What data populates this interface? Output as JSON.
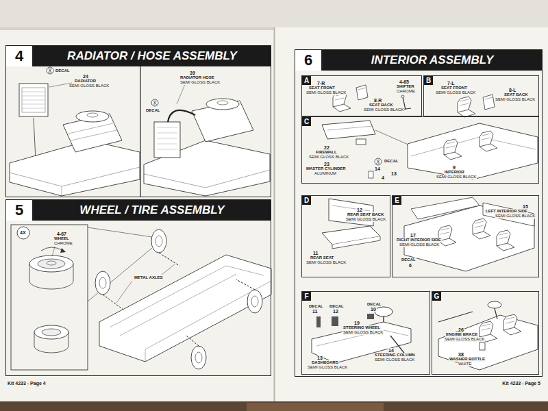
{
  "diagram": {
    "nodes": [
      {
        "text": [
          "4",
          "RADIATOR / HOSE ASSEMBLY"
        ]
      },
      {
        "text": [
          "5",
          "WHEEL / TIRE ASSEMBLY"
        ]
      },
      {
        "text": [
          "6",
          "INTERIOR ASSEMBLY"
        ]
      },
      {
        "text": [
          "A"
        ],
        "in": 2
      },
      {
        "text": [
          "B"
        ],
        "in": 2
      },
      {
        "text": [
          "C"
        ],
        "in": 2
      },
      {
        "text": [
          "D"
        ],
        "in": 2
      },
      {
        "text": [
          "E"
        ],
        "in": 2
      },
      {
        "text": [
          "F"
        ],
        "in": 2
      },
      {
        "text": [
          "G"
        ],
        "in": 2
      }
    ],
    "labels": [
      "DECAL",
      "24",
      "RADIATOR",
      "SEMI GLOSS BLACK",
      "DECAL",
      "39",
      "RADIATOR HOSE",
      "SEMI GLOSS BLACK",
      "4X",
      "4-67",
      "WHEEL",
      "CHROME",
      "METAL AXLES",
      "7-R",
      "SEAT FRONT",
      "SEMI GLOSS BLACK",
      "8-R",
      "SEAT BACK",
      "SEMI GLOSS BLACK",
      "4-65",
      "SHIFTER",
      "CHROME",
      "7-L",
      "SEAT FRONT",
      "SEMI GLOSS BLACK",
      "8-L",
      "SEAT BACK",
      "SEMI GLOSS BLACK",
      "22",
      "FIREWALL",
      "SEMI GLOSS BLACK",
      "23",
      "MASTER CYLINDER",
      "ALUMINUM",
      "DECAL",
      "14",
      "4",
      "13",
      "9",
      "INTERIOR",
      "SEMI GLOSS BLACK",
      "12",
      "REAR SEAT BACK",
      "SEMI GLOSS BLACK",
      "11",
      "REAR SEAT",
      "SEMI GLOSS BLACK",
      "15",
      "LEFT INTERIOR SIDE",
      "SEMI GLOSS BLACK",
      "17",
      "RIGHT INTERIOR SIDE",
      "SEMI GLOSS BLACK",
      "DECAL",
      "6",
      "DECAL",
      "11",
      "DECAL",
      "12",
      "DECAL",
      "10",
      "19",
      "STEERING WHEEL",
      "SEMI GLOSS BLACK",
      "13",
      "DASHBOARD",
      "SEMI GLOSS BLACK",
      "14",
      "STEERING COLUMN",
      "SEMI GLOSS BLACK",
      "26",
      "ENGINE BRACE",
      "SEMI GLOSS BLACK",
      "38",
      "WASHER BOTTLE",
      "WHITE",
      "Kit 4233 - Page 4",
      "Kit 4233 - Page 5"
    ]
  }
}
